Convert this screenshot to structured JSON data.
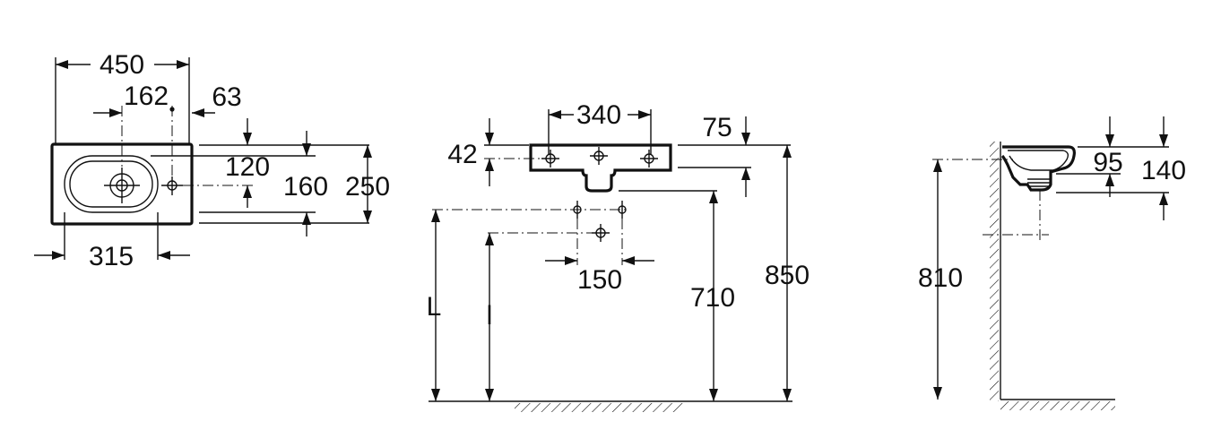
{
  "top_view": {
    "total_width": "450",
    "tap_offset": "162",
    "edge_offset": "63",
    "bowl_width": "315",
    "tap_depth": "120",
    "bowl_depth": "160",
    "total_depth": "250"
  },
  "front_view": {
    "bowl_width": "340",
    "rim_height": "42",
    "trap_drop": "75",
    "supply_spacing": "150",
    "supply_height_label": "L",
    "drain_height_label": "l",
    "bottom_height": "710",
    "rim_floor_height": "850"
  },
  "side_view": {
    "bowl_depth": "95",
    "total_depth": "140",
    "mount_height": "810"
  }
}
